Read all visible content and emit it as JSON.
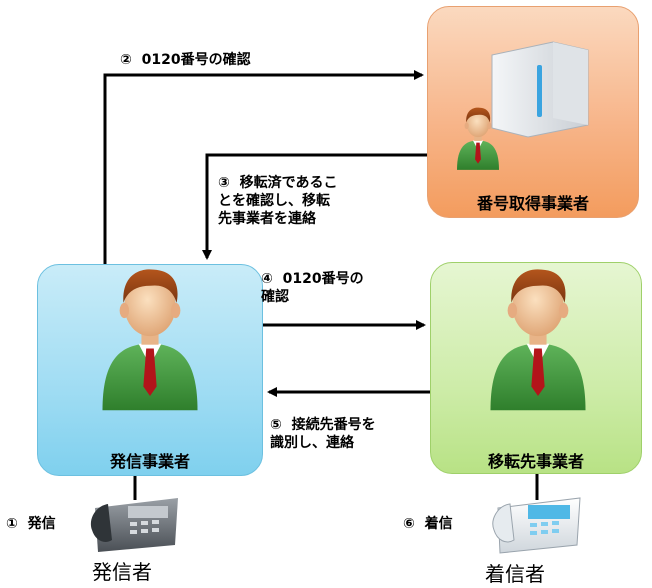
{
  "registry": {
    "label": "番号取得事業者"
  },
  "origin": {
    "label": "発信事業者"
  },
  "destination": {
    "label": "移転先事業者"
  },
  "steps": {
    "step2": "②  0120番号の確認",
    "step3": "③  移転済であるこ\nとを確認し、移転\n先事業者を連絡",
    "step4": "④  0120番号の\n確認",
    "step5": "⑤  接続先番号を\n識別し、連絡",
    "step1": "①  発信",
    "step6": "⑥  着信"
  },
  "callers": {
    "caller": "発信者",
    "callee": "着信者"
  },
  "colors": {
    "registry_fill": "#f7b58a",
    "origin_fill": "#9fdcf3",
    "destination_fill": "#cdeca8",
    "suit_green": "#3f9a3a",
    "tie_red": "#b3141a"
  }
}
